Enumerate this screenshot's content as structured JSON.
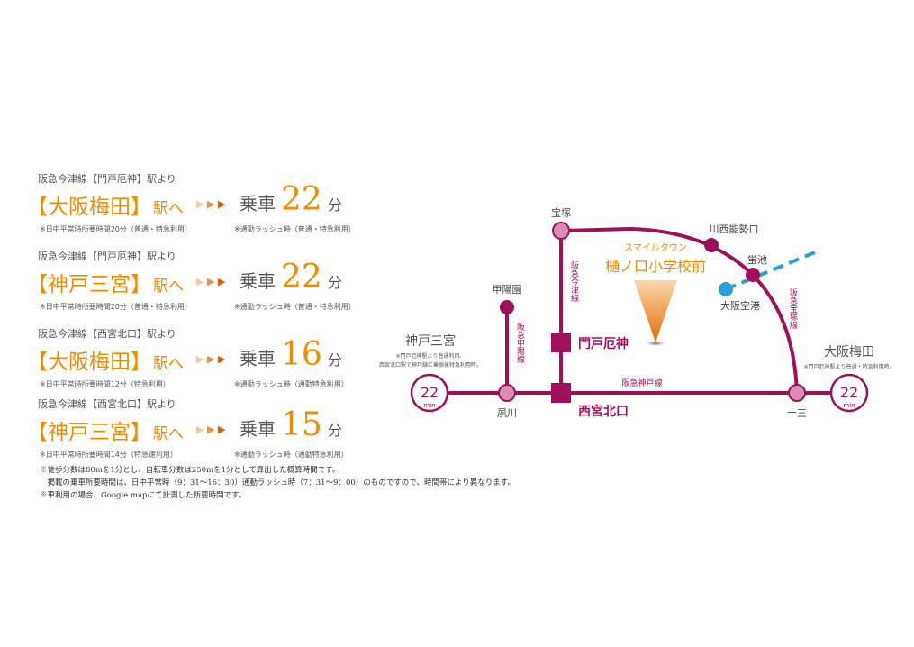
{
  "routes": [
    {
      "from": "阪急今津線【門戸厄神】駅より",
      "dest": "【大阪梅田】",
      "eki": "駅へ",
      "ride": "乗車",
      "minutes": "22",
      "fun": "分",
      "note_day": "※日中平常時所要時間20分（普通・特急利用）",
      "note_rush": "※通勤ラッシュ時（普通・特急利用）"
    },
    {
      "from": "阪急今津線【門戸厄神】駅より",
      "dest": "【神戸三宮】",
      "eki": "駅へ",
      "ride": "乗車",
      "minutes": "22",
      "fun": "分",
      "note_day": "※日中平常時所要時間20分（普通・特急利用）",
      "note_rush": "※通勤ラッシュ時（普通・特急利用）"
    },
    {
      "from": "阪急今津線【西宮北口】駅より",
      "dest": "【大阪梅田】",
      "eki": "駅へ",
      "ride": "乗車",
      "minutes": "16",
      "fun": "分",
      "note_day": "※日中平常時所要時間12分（特急利用）",
      "note_rush": "※通勤ラッシュ時（通勤特急利用）"
    },
    {
      "from": "阪急今津線【西宮北口】駅より",
      "dest": "【神戸三宮】",
      "eki": "駅へ",
      "ride": "乗車",
      "minutes": "15",
      "fun": "分",
      "note_day": "※日中平常時所要時間14分（特急速利用）",
      "note_rush": "※通勤ラッシュ時（通勤特急利用）"
    }
  ],
  "arrows": "▶ ▶ ▶",
  "footnotes": [
    "※徒歩分数は80mを1分とし、自転車分数は250mを1分として算出した概算時間です。",
    "　掲載の乗車所要時間は、日中平常時（9：31〜16：30）通勤ラッシュ時（7：31〜9：00）のものですので、時間帯により異なります。",
    "※車利用の場合、Google mapにて計測した所要時間です。"
  ],
  "map": {
    "site_sub": "スマイルタウン",
    "site_name": "樋ノ口小学校前",
    "stations": {
      "takarazuka": "宝塚",
      "koyoen": "甲陽園",
      "mondo": "門戸厄神",
      "nishinomiya": "西宮北口",
      "shukugawa": "夙川",
      "kawanishi": "川西能勢口",
      "hotarugaike": "蛍池",
      "juso": "十三",
      "airport": "大阪空港"
    },
    "lines": {
      "imazu": "阪急今津線",
      "koyo": "阪急甲陽線",
      "takarazuka": "阪急宝塚線",
      "kobe": "阪急神戸線"
    },
    "kobe": {
      "name": "神戸三宮",
      "note1": "※門戸厄神駅より普通利用、",
      "note2": "西宮北口駅で神戸線に乗換後特急利用時。",
      "minutes": "22",
      "unit": "min"
    },
    "umeda": {
      "name": "大阪梅田",
      "note": "※門戸厄神駅より普通・特急利用時。",
      "minutes": "22",
      "unit": "min"
    },
    "colors": {
      "line": "#a0105a",
      "pink": "#d98fb5",
      "blue": "#2a9fd8",
      "orange": "#f08c00"
    }
  }
}
